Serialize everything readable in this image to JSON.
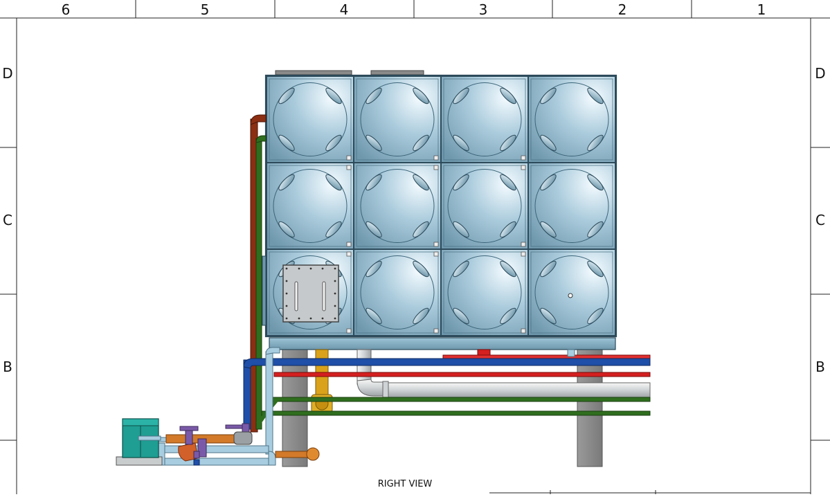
{
  "sheet": {
    "columns": [
      "6",
      "5",
      "4",
      "3",
      "2",
      "1"
    ],
    "rows": [
      "D",
      "C",
      "B"
    ],
    "view_title": "RIGHT VIEW"
  },
  "tank": {
    "panels_wide": 4,
    "panels_high": 3,
    "panel_color": "#8fb6c9",
    "frame_color": "#2c4a5a"
  },
  "pipes": {
    "blue": "#1f4fa8",
    "red": "#d42020",
    "green": "#2f6e1e",
    "grey": "#d8dcde",
    "yellow": "#d9a21a",
    "orange": "#d27a2a",
    "light_blue": "#a9cde0",
    "brown": "#8b2e12"
  },
  "pump": {
    "color": "#1f9e93"
  }
}
